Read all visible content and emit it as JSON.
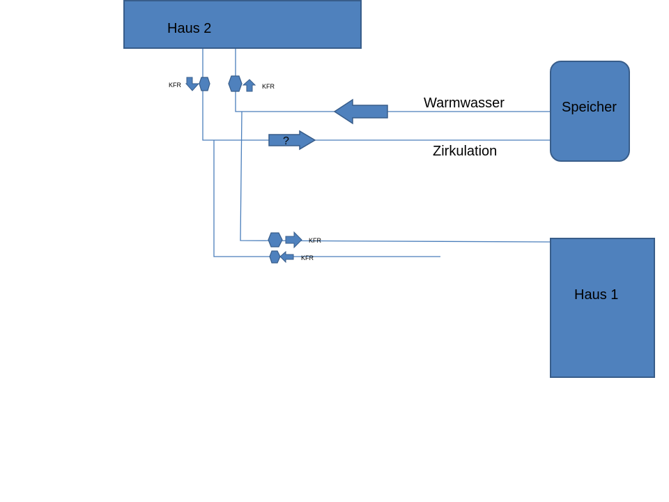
{
  "colors": {
    "fill": "#4f81bd",
    "stroke": "#385d8a",
    "pipe": "#4a7ebb",
    "text": "#000000"
  },
  "nodes": {
    "haus2": "Haus 2",
    "speicher": "Speicher",
    "haus1": "Haus 1"
  },
  "pipes": {
    "warmwasser": "Warmwasser",
    "zirkulation": "Zirkulation",
    "unknown_marker": "?"
  },
  "valves": {
    "kfr_h2_left": "KFR",
    "kfr_h2_right": "KFR",
    "kfr_h1_supply": "KFR",
    "kfr_h1_return": "KFR"
  }
}
